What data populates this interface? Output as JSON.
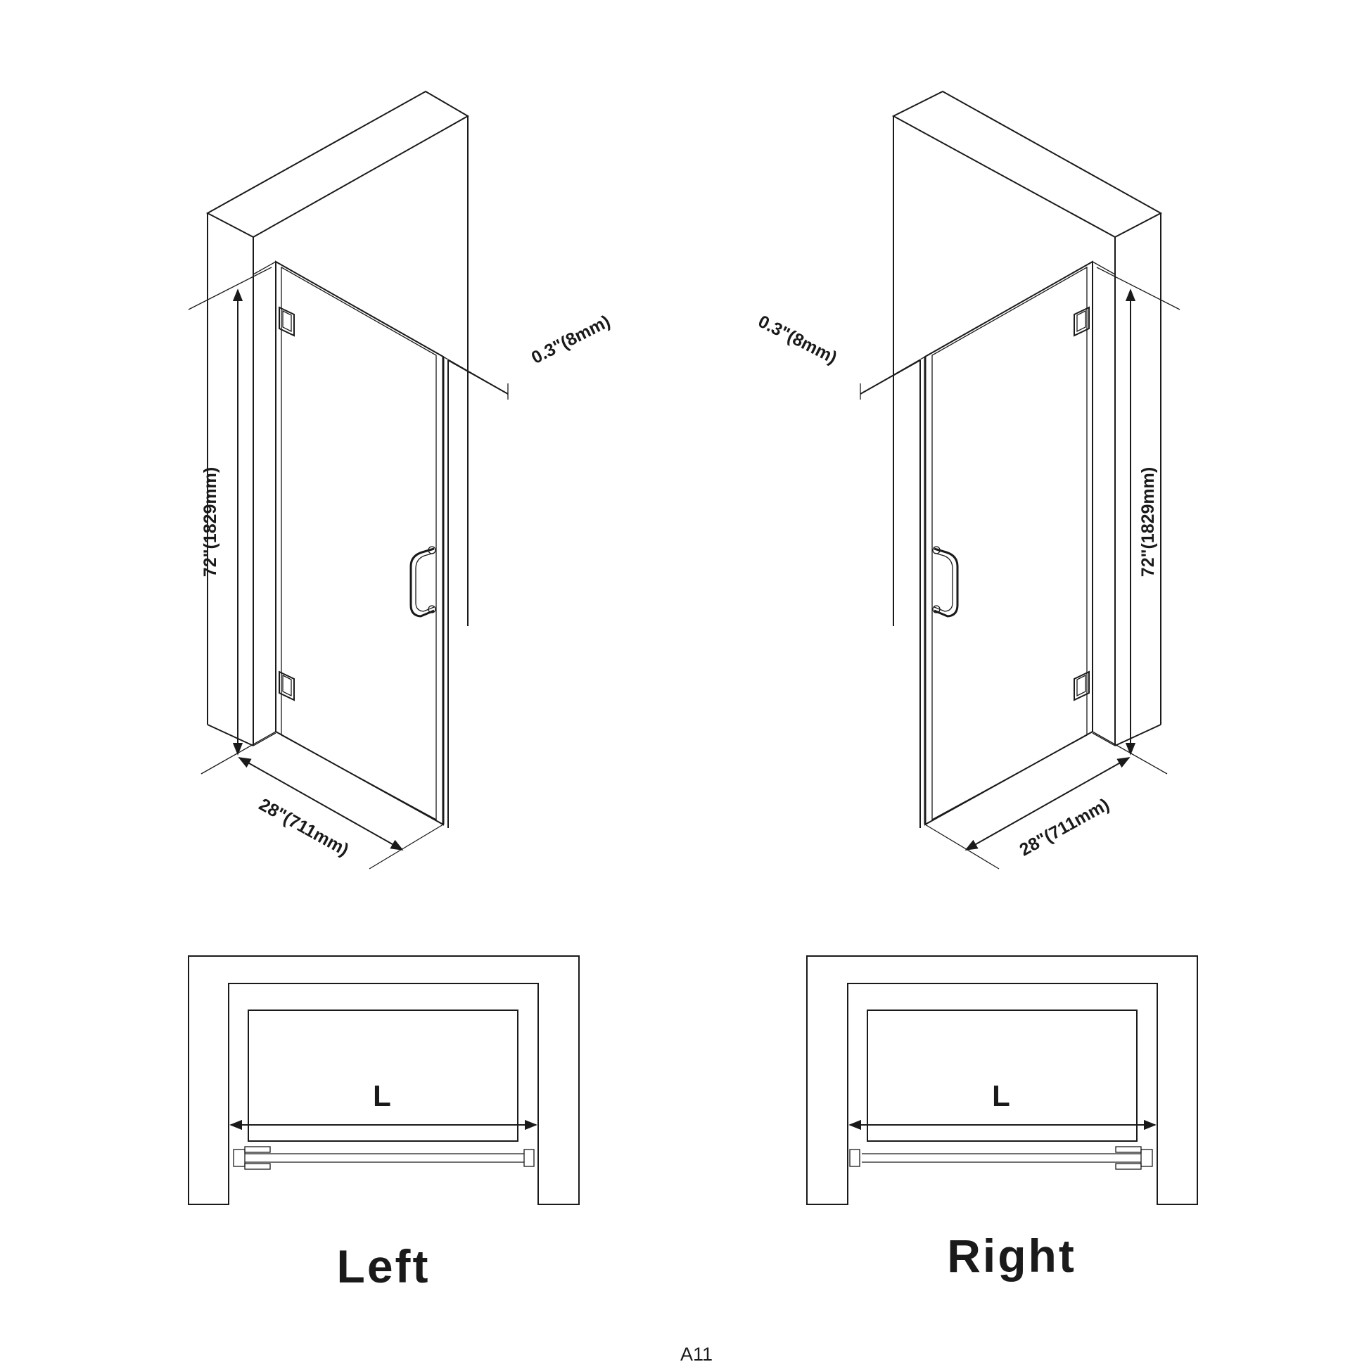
{
  "left": {
    "height_dim": "72\"(1829mm)",
    "width_dim": "28\"(711mm)",
    "thickness_dim": "0.3\"(8mm)",
    "plan_label": "L",
    "caption": "Left"
  },
  "right": {
    "height_dim": "72\"(1829mm)",
    "width_dim": "28\"(711mm)",
    "thickness_dim": "0.3\"(8mm)",
    "plan_label": "L",
    "caption": "Right"
  },
  "page_code": "A11"
}
